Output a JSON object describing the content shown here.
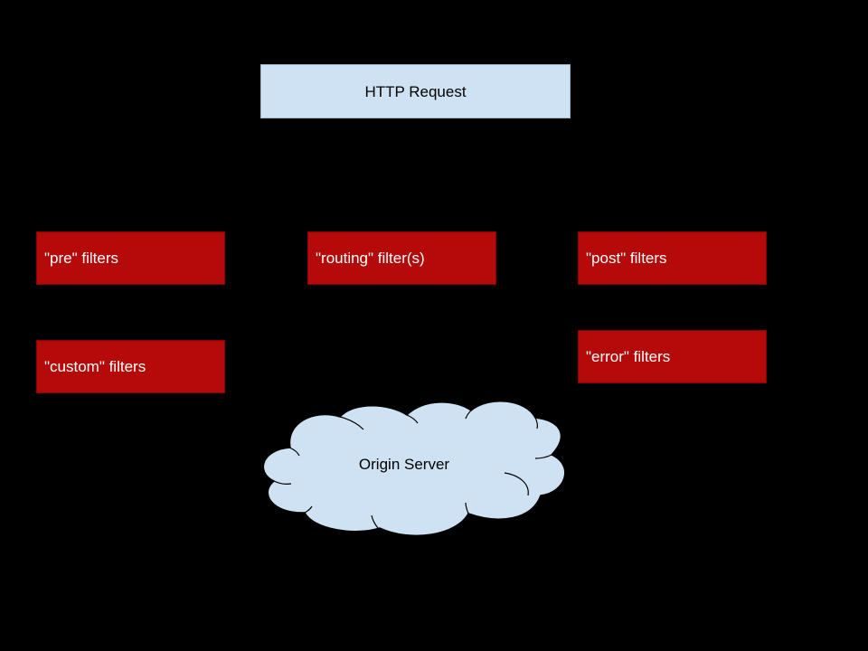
{
  "request": {
    "label": "HTTP Request"
  },
  "filters": {
    "pre": "\"pre\" filters",
    "routing": "\"routing\" filter(s)",
    "post": "\"post\" filters",
    "custom": "\"custom\" filters",
    "error": "\"error\" filters"
  },
  "origin": {
    "label": "Origin Server"
  },
  "colors": {
    "background": "#000000",
    "request_fill": "#cfe2f3",
    "filter_fill": "#b40a0a",
    "cloud_fill": "#cfe2f3"
  }
}
